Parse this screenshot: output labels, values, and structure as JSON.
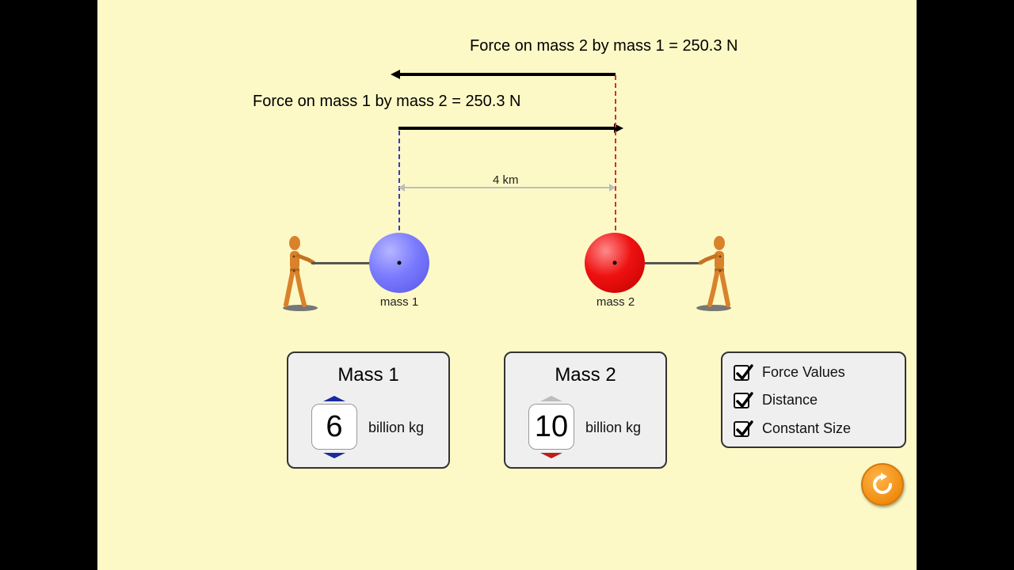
{
  "sim": {
    "force_on_2_label": "Force on mass 2 by mass 1 = 250.3 N",
    "force_on_1_label": "Force on mass 1 by mass 2 = 250.3 N",
    "distance_label": "4 km",
    "mass1_label": "mass 1",
    "mass2_label": "mass 2"
  },
  "controls": {
    "mass1": {
      "title": "Mass 1",
      "value": "6",
      "unit": "billion kg"
    },
    "mass2": {
      "title": "Mass 2",
      "value": "10",
      "unit": "billion kg"
    }
  },
  "options": {
    "items": [
      {
        "label": "Force Values",
        "checked": true
      },
      {
        "label": "Distance",
        "checked": true
      },
      {
        "label": "Constant Size",
        "checked": true
      }
    ]
  },
  "colors": {
    "background": "#fdf9c6",
    "mass1": "#7b7bff",
    "mass2": "#ee1111",
    "reset": "#f08c10"
  },
  "icons": {
    "reset": "reset-icon",
    "check": "check-icon",
    "puller": "puller-figure-icon"
  }
}
